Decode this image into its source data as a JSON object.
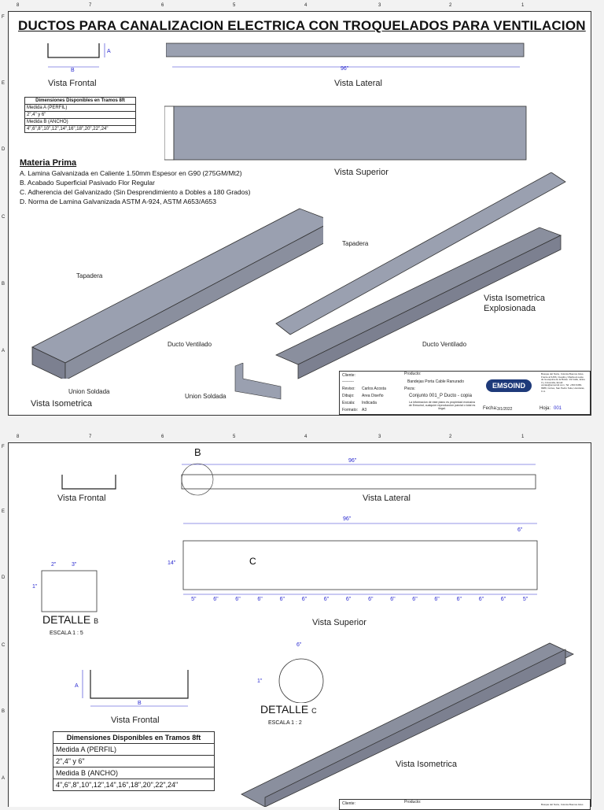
{
  "sheet1": {
    "title": "DUCTOS PARA CANALIZACION ELECTRICA CON TROQUELADOS PARA VENTILACION",
    "col_labels": [
      "8",
      "7",
      "6",
      "5",
      "4",
      "3",
      "2",
      "1"
    ],
    "row_labels": [
      "F",
      "E",
      "D",
      "C",
      "B",
      "A"
    ],
    "views": {
      "front": "Vista Frontal",
      "lateral": "Vista Lateral",
      "superior": "Vista Superior",
      "iso": "Vista Isometrica",
      "iso_exploded_1": "Vista Isometrica",
      "iso_exploded_2": "Explosionada"
    },
    "dims": {
      "A": "A",
      "B": "B",
      "len": "96\""
    },
    "table": {
      "title": "Dimensiones Disponibles en Tramos 8ft",
      "rows": [
        "Medida A (PERFIL)",
        "2\",4\" y 6\"",
        "Medida B (ANCHO)",
        "4\",6\",8\",10\",12\",14\",16\",18\",20\",22\",24\""
      ]
    },
    "materia": {
      "heading": "Materia Prima",
      "items": [
        "A. Lamina Galvanizada en Caliente 1.50mm Espesor en G90 (275GM/Mt2)",
        "B. Acabado Superficial Pasivado Flor Regular",
        "C. Adherencia del Galvanizado (Sin Desprendimiento a Dobles a 180 Grados)",
        "D. Norma de Lamina Galvanizada ASTM A-924, ASTM A653/A653"
      ]
    },
    "callouts": {
      "tapadera": "Tapadera",
      "ducto": "Ducto Ventilado",
      "union": "Union Soldada"
    },
    "titleblock": {
      "cliente_label": "Cliente:",
      "cliente_value": "---------",
      "producto_label": "Producto:",
      "producto_value": "Bandejas Porta Cable Ranurado",
      "reviso_label": "Reviso:",
      "reviso_value": "Carlos Acosta",
      "pieza_label": "Pieza:",
      "pieza_value": "Conjunto 001_P Ducto - copia",
      "dibujo_label": "Dibujo:",
      "dibujo_value": "Area Diseño",
      "escala_label": "Escala:",
      "escala_value": "Indicada",
      "formato_label": "Formato:",
      "formato_value": "A3",
      "note": "La informacion de este plano es propiedad exclusiva de Emsoind, cualquier reproduccion parcial o total es ilegal.",
      "logo": "EMSOIND",
      "fecha_label": "Fecha:",
      "fecha_value": "3/1/2022",
      "hoja_label": "Hoja:",
      "hoja_value": "001",
      "address": "Bosque del Norte, Colonia Buenos Aires, Frente al IHSS, Cuadra y Media al oeste de la esquina de la Bolsa. 1/2 Calle, Entre 3 y 4 Avenida, Email: ventas@emsoind.com, Tel: +504 9466-9989, Cortes, San Pedro Sula, Honduras, C.A."
    }
  },
  "sheet2": {
    "col_labels": [
      "8",
      "7",
      "6",
      "5",
      "4",
      "3",
      "2",
      "1"
    ],
    "row_labels": [
      "F",
      "E",
      "D",
      "C",
      "B",
      "A"
    ],
    "views": {
      "front_top": "Vista Frontal",
      "lateral": "Vista Lateral",
      "superior": "Vista Superior",
      "front_bottom": "Vista Frontal",
      "iso": "Vista Isometrica"
    },
    "detail_b": {
      "title": "DETALLE",
      "letter": "B",
      "scale": "ESCALA 1 : 5",
      "marker": "B"
    },
    "detail_c": {
      "title": "DETALLE",
      "letter": "C",
      "scale": "ESCALA 1 : 2",
      "marker": "C"
    },
    "dims": {
      "len": "96\"",
      "six": "6\"",
      "five": "5\"",
      "two": "2\"",
      "three": "3\"",
      "one": "1\"",
      "fourteen": "14\"",
      "A": "A",
      "B": "B"
    },
    "spacing": [
      "5\"",
      "6\"",
      "6\"",
      "6\"",
      "6\"",
      "6\"",
      "6\"",
      "6\"",
      "6\"",
      "6\"",
      "6\"",
      "6\"",
      "6\"",
      "6\"",
      "6\"",
      "5\""
    ],
    "table": {
      "title": "Dimensiones Disponibles en Tramos 8ft",
      "rows": [
        "Medida A (PERFIL)",
        "2\",4\" y 6\"",
        "Medida B (ANCHO)",
        "4\",6\",8\",10\",12\",14\",16\",18\",20\",22\",24\""
      ]
    },
    "titleblock": {
      "cliente_label": "Cliente:",
      "producto_label": "Producto:",
      "address": "Bosque del Norte, Colonia Buenos Aires"
    }
  }
}
